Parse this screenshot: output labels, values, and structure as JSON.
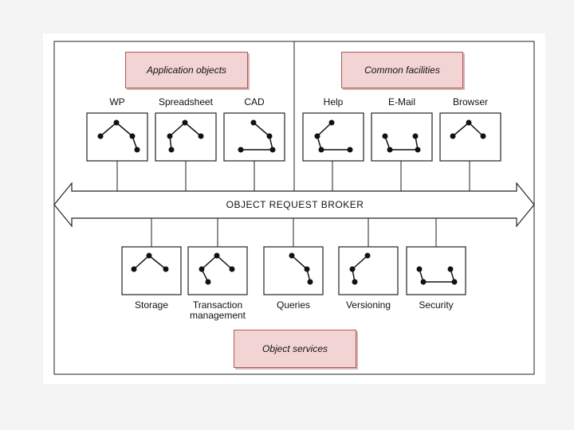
{
  "headers": {
    "application_objects": "Application objects",
    "common_facilities": "Common facilities",
    "object_services": "Object services"
  },
  "broker_label": "OBJECT REQUEST BROKER",
  "application_objects": [
    "WP",
    "Spreadsheet",
    "CAD"
  ],
  "common_facilities": [
    "Help",
    "E-Mail",
    "Browser"
  ],
  "object_services": [
    "Storage",
    "Transaction management",
    "Queries",
    "Versioning",
    "Security"
  ],
  "colors": {
    "header_fill": "#f3d4d4",
    "header_border": "#b05a5a",
    "line": "#111111",
    "background": "#ffffff"
  }
}
